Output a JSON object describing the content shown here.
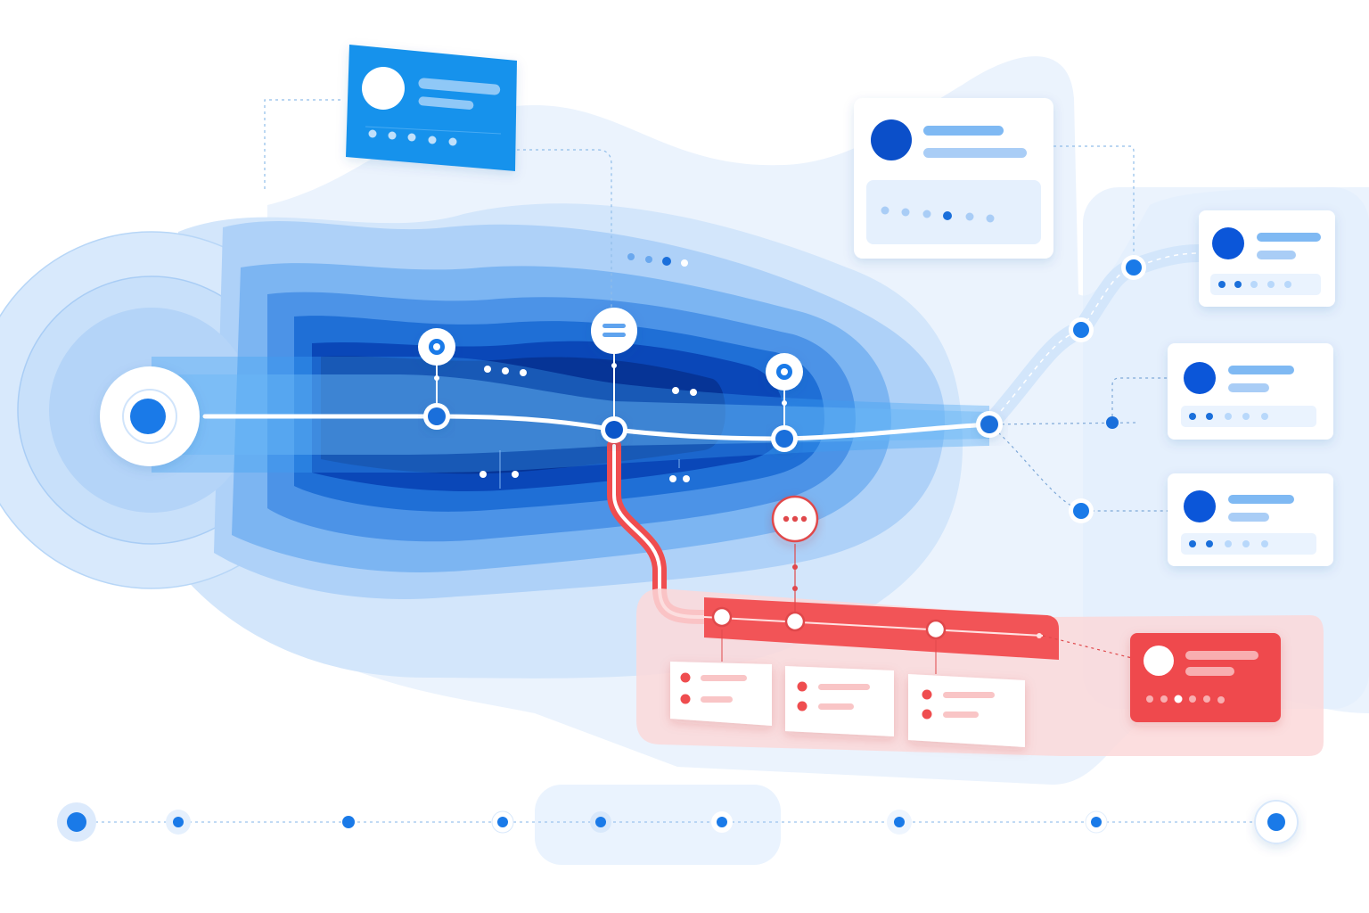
{
  "palette": {
    "background": "#ffffff",
    "bg_wash": "#e9f2fd",
    "band_1": "#d3e6fb",
    "band_2": "#aed1f8",
    "band_3": "#7cb5f2",
    "band_4": "#4c93e7",
    "band_5": "#1f6fd6",
    "band_6": "#0a47b8",
    "core": "#06318f",
    "main_path": "#ffffff",
    "node_blue": "#1a7ae8",
    "node_dark": "#0b4fc9",
    "accent_red": "#ef4d4f",
    "red_panel": "#fbdcdc",
    "card_blue": "#1592ec",
    "card_red": "#ef4a4e",
    "text_bar_light": "#a9cdf6",
    "dot_light": "#b8d8fb"
  },
  "icons": {
    "source": "origin-node-icon",
    "menu": "menu-lines-icon",
    "more": "more-dots-icon",
    "alert": "alert-dots-icon"
  },
  "cards": {
    "blue_top": {
      "variant": "filled-blue",
      "dot_count": 5,
      "active_dot": -1
    },
    "white_top": {
      "variant": "white",
      "dot_count": 6,
      "active_dot": 3
    },
    "branch_1": {
      "variant": "white",
      "dot_count": 5,
      "active_dot": 1
    },
    "branch_2": {
      "variant": "white",
      "dot_count": 5,
      "active_dot": 1
    },
    "branch_3": {
      "variant": "white",
      "dot_count": 5,
      "active_dot": 1
    },
    "red_target": {
      "variant": "filled-red",
      "dot_count": 6,
      "active_dot": -1
    },
    "red_mini_count": 3
  },
  "timeline": {
    "node_count": 9,
    "highlighted_range": [
      3,
      4
    ]
  }
}
